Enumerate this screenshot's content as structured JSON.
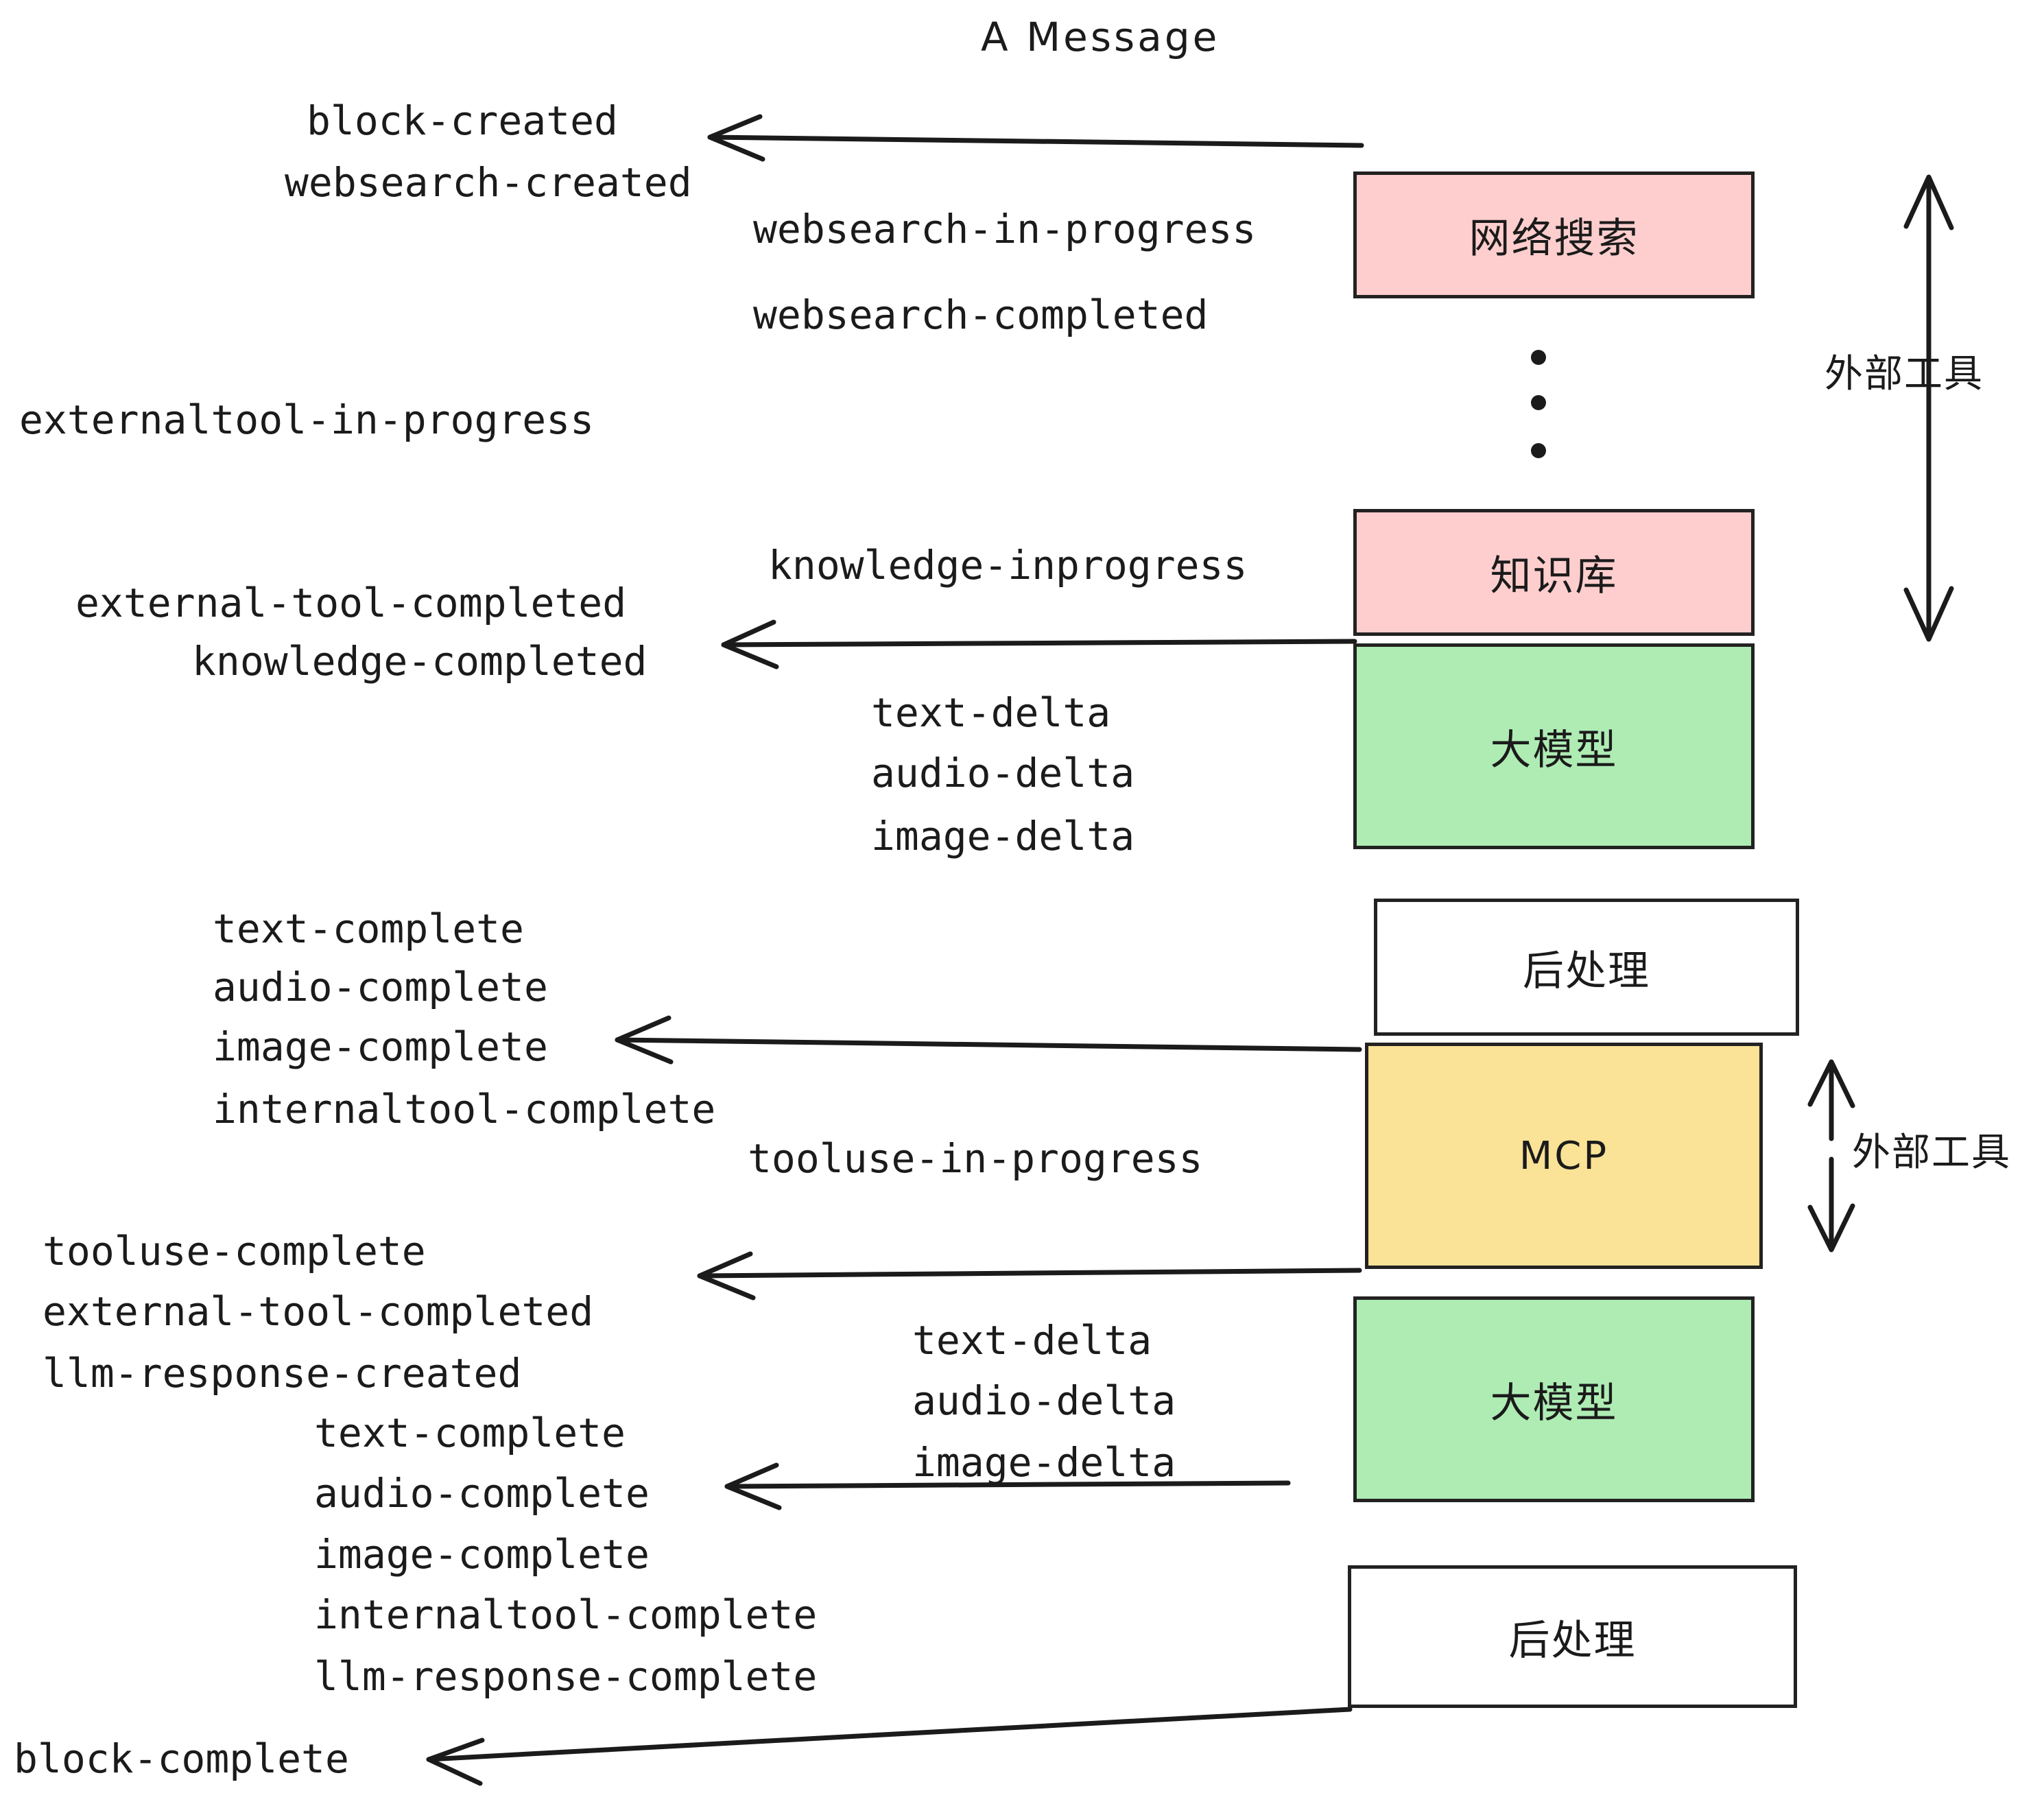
{
  "title": "A Message",
  "colors": {
    "pink": "#fdcecd",
    "green": "#aeecb4",
    "yellow": "#fae296",
    "white": "#ffffff",
    "stroke": "#222222",
    "text": "#1b1b1b"
  },
  "boxes": [
    {
      "id": "websearch",
      "label": "网络搜索",
      "fill": "#fdcecd"
    },
    {
      "id": "knowledge",
      "label": "知识库",
      "fill": "#fdcecd"
    },
    {
      "id": "llm-top",
      "label": "大模型",
      "fill": "#aeecb4"
    },
    {
      "id": "postprocess-top",
      "label": "后处理",
      "fill": "#ffffff"
    },
    {
      "id": "mcp",
      "label": "MCP",
      "fill": "#fae296"
    },
    {
      "id": "llm-bottom",
      "label": "大模型",
      "fill": "#aeecb4"
    },
    {
      "id": "postprocess-bottom",
      "label": "后处理",
      "fill": "#ffffff"
    }
  ],
  "side_labels": [
    {
      "id": "external-tools-top",
      "label": "外部工具"
    },
    {
      "id": "external-tools-bottom",
      "label": "外部工具"
    }
  ],
  "events": [
    {
      "id": "block-created",
      "label": "block-created"
    },
    {
      "id": "websearch-created",
      "label": "websearch-created"
    },
    {
      "id": "websearch-in-progress",
      "label": "websearch-in-progress"
    },
    {
      "id": "websearch-completed",
      "label": "websearch-completed"
    },
    {
      "id": "externaltool-in-progress",
      "label": "externaltool-in-progress"
    },
    {
      "id": "knowledge-inprogress",
      "label": "knowledge-inprogress"
    },
    {
      "id": "external-tool-completed-1",
      "label": "external-tool-completed"
    },
    {
      "id": "knowledge-completed",
      "label": "knowledge-completed"
    },
    {
      "id": "text-delta-1",
      "label": "text-delta"
    },
    {
      "id": "audio-delta-1",
      "label": "audio-delta"
    },
    {
      "id": "image-delta-1",
      "label": "image-delta"
    },
    {
      "id": "text-complete-1",
      "label": "text-complete"
    },
    {
      "id": "audio-complete-1",
      "label": "audio-complete"
    },
    {
      "id": "image-complete-1",
      "label": "image-complete"
    },
    {
      "id": "internaltool-complete-1",
      "label": "internaltool-complete"
    },
    {
      "id": "tooluse-in-progress",
      "label": "tooluse-in-progress"
    },
    {
      "id": "tooluse-complete",
      "label": "tooluse-complete"
    },
    {
      "id": "external-tool-completed-2",
      "label": "external-tool-completed"
    },
    {
      "id": "llm-response-created",
      "label": "llm-response-created"
    },
    {
      "id": "text-delta-2",
      "label": "text-delta"
    },
    {
      "id": "audio-delta-2",
      "label": "audio-delta"
    },
    {
      "id": "image-delta-2",
      "label": "image-delta"
    },
    {
      "id": "text-complete-2",
      "label": "text-complete"
    },
    {
      "id": "audio-complete-2",
      "label": "audio-complete"
    },
    {
      "id": "image-complete-2",
      "label": "image-complete"
    },
    {
      "id": "internaltool-complete-2",
      "label": "internaltool-complete"
    },
    {
      "id": "llm-response-complete",
      "label": "llm-response-complete"
    },
    {
      "id": "block-complete",
      "label": "block-complete"
    }
  ],
  "ellipsis": {
    "count": 3
  }
}
